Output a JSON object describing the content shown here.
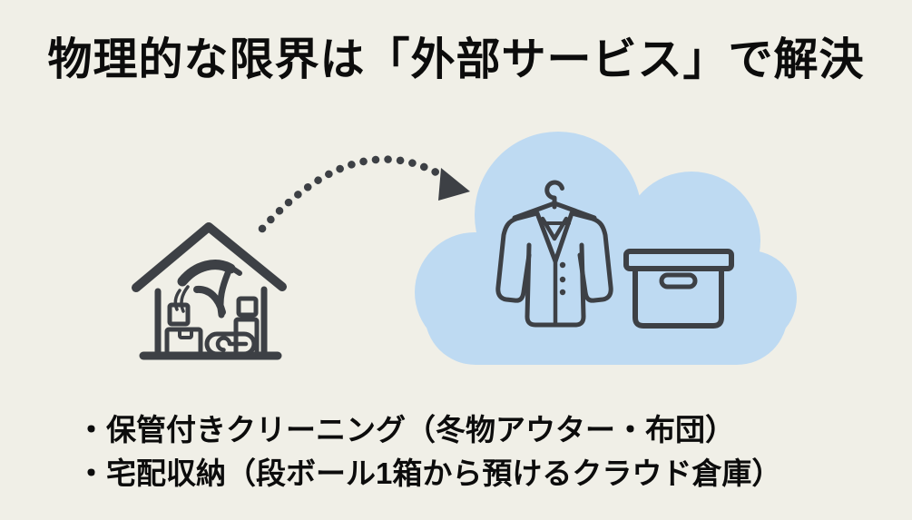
{
  "slide": {
    "title": "物理的な限界は「外部サービス」で解決",
    "bullets": [
      "・保管付きクリーニング（冬物アウター・布団）",
      "・宅配収納（段ボール1箱から預けるクラウド倉庫）"
    ]
  },
  "illustration": {
    "house_icon": "cluttered-house-icon",
    "arrow_icon": "dotted-arc-arrow-icon",
    "cloud_icon": "cloud-icon",
    "coat_icon": "coat-on-hanger-icon",
    "box_icon": "storage-box-icon"
  },
  "colors": {
    "background": "#f0efe7",
    "cloud_fill": "#bedaf2",
    "line_art": "#3d4045",
    "text": "#0c0c0c"
  }
}
